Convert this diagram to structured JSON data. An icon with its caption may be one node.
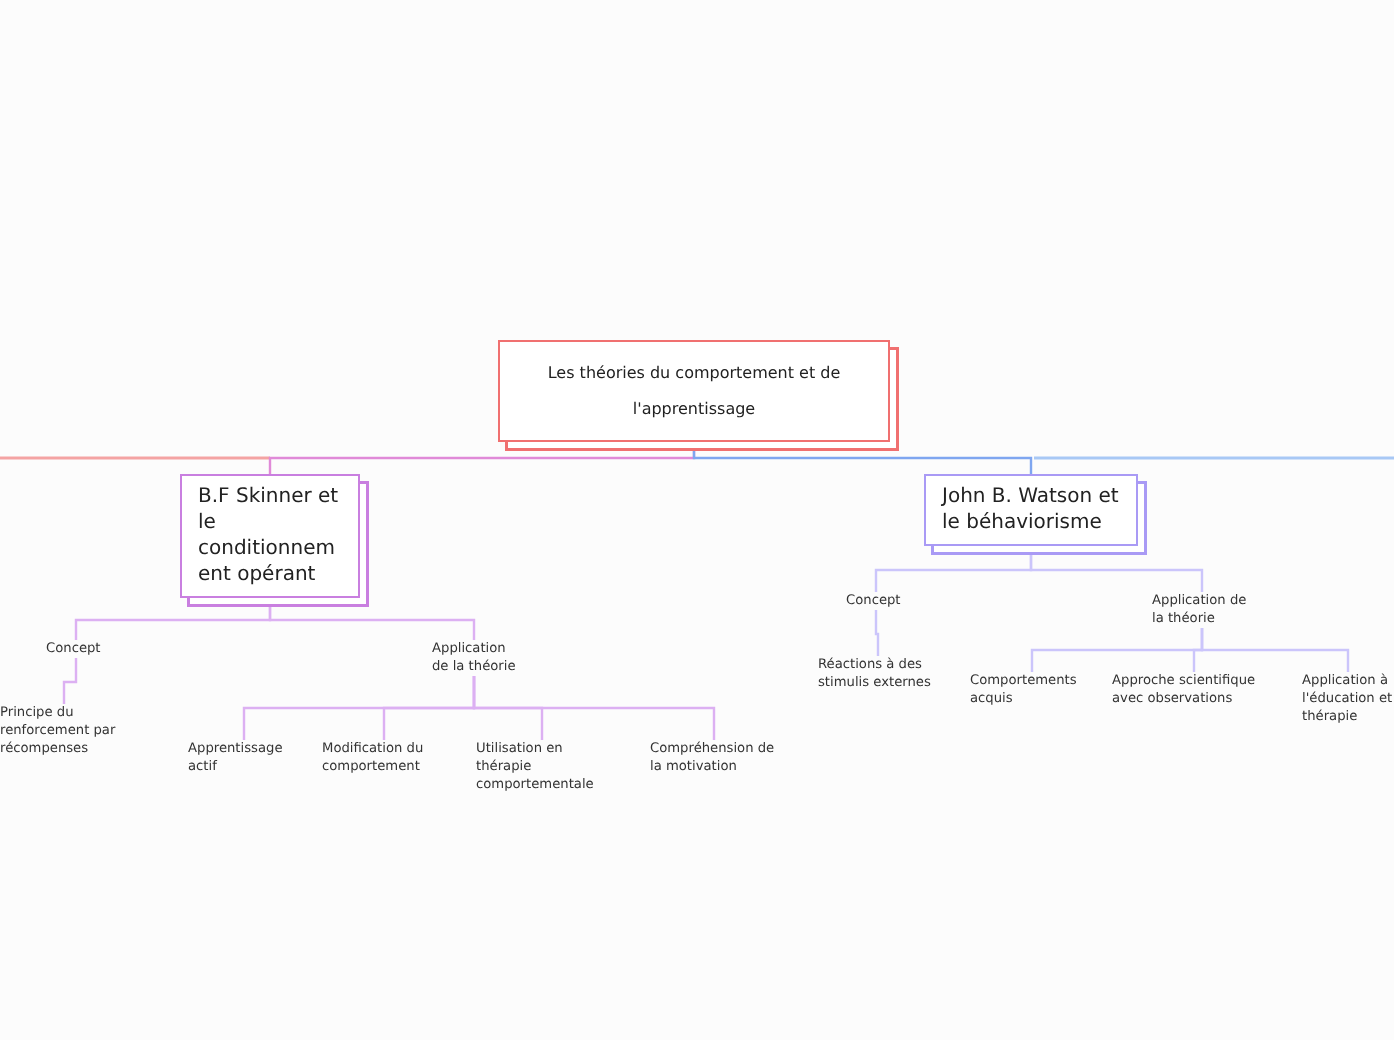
{
  "diagram": {
    "nodes": [
      {
        "text": [
          "Les théories du comportement et de l'apprentissage"
        ]
      },
      {
        "text": [
          "B.F Skinner et le conditionnement opérant"
        ]
      },
      {
        "text": [
          "Concept"
        ]
      },
      {
        "text": [
          "Application de la théorie"
        ]
      },
      {
        "text": [
          "Principe du renforcement par récompenses"
        ]
      },
      {
        "text": [
          "Apprentissage actif"
        ]
      },
      {
        "text": [
          "Modification du comportement"
        ]
      },
      {
        "text": [
          "Utilisation en thérapie comportementale"
        ]
      },
      {
        "text": [
          "Compréhension de la motivation"
        ]
      },
      {
        "text": [
          "John B. Watson et le béhaviorisme"
        ]
      },
      {
        "text": [
          "Concept"
        ]
      },
      {
        "text": [
          "Application de la théorie"
        ]
      },
      {
        "text": [
          "Réactions à des stimulis externes"
        ]
      },
      {
        "text": [
          "Comportements acquis"
        ]
      },
      {
        "text": [
          "Approche scientifique avec observations"
        ]
      },
      {
        "text": [
          "Application à l'éducation et thérapie"
        ]
      }
    ],
    "edges": [
      {
        "from": 0,
        "to": 1,
        "arrow": "none",
        "color": "#e08ad8"
      },
      {
        "from": 0,
        "to": 9,
        "arrow": "none",
        "color": "#7fa6f0"
      },
      {
        "from": 1,
        "to": 2,
        "arrow": "none",
        "color": "#dcb0f2"
      },
      {
        "from": 1,
        "to": 3,
        "arrow": "none",
        "color": "#dcb0f2"
      },
      {
        "from": 2,
        "to": 4,
        "arrow": "none",
        "color": "#dcb0f2"
      },
      {
        "from": 3,
        "to": 5,
        "arrow": "none",
        "color": "#dcb0f2"
      },
      {
        "from": 3,
        "to": 6,
        "arrow": "none",
        "color": "#dcb0f2"
      },
      {
        "from": 3,
        "to": 7,
        "arrow": "none",
        "color": "#dcb0f2"
      },
      {
        "from": 3,
        "to": 8,
        "arrow": "none",
        "color": "#dcb0f2"
      },
      {
        "from": 9,
        "to": 10,
        "arrow": "none",
        "color": "#cbc5fb"
      },
      {
        "from": 9,
        "to": 11,
        "arrow": "none",
        "color": "#cbc5fb"
      },
      {
        "from": 10,
        "to": 12,
        "arrow": "none",
        "color": "#cbc5fb"
      },
      {
        "from": 11,
        "to": 13,
        "arrow": "none",
        "color": "#cbc5fb"
      },
      {
        "from": 11,
        "to": 14,
        "arrow": "none",
        "color": "#cbc5fb"
      },
      {
        "from": 11,
        "to": 15,
        "arrow": "none",
        "color": "#cbc5fb"
      }
    ]
  }
}
